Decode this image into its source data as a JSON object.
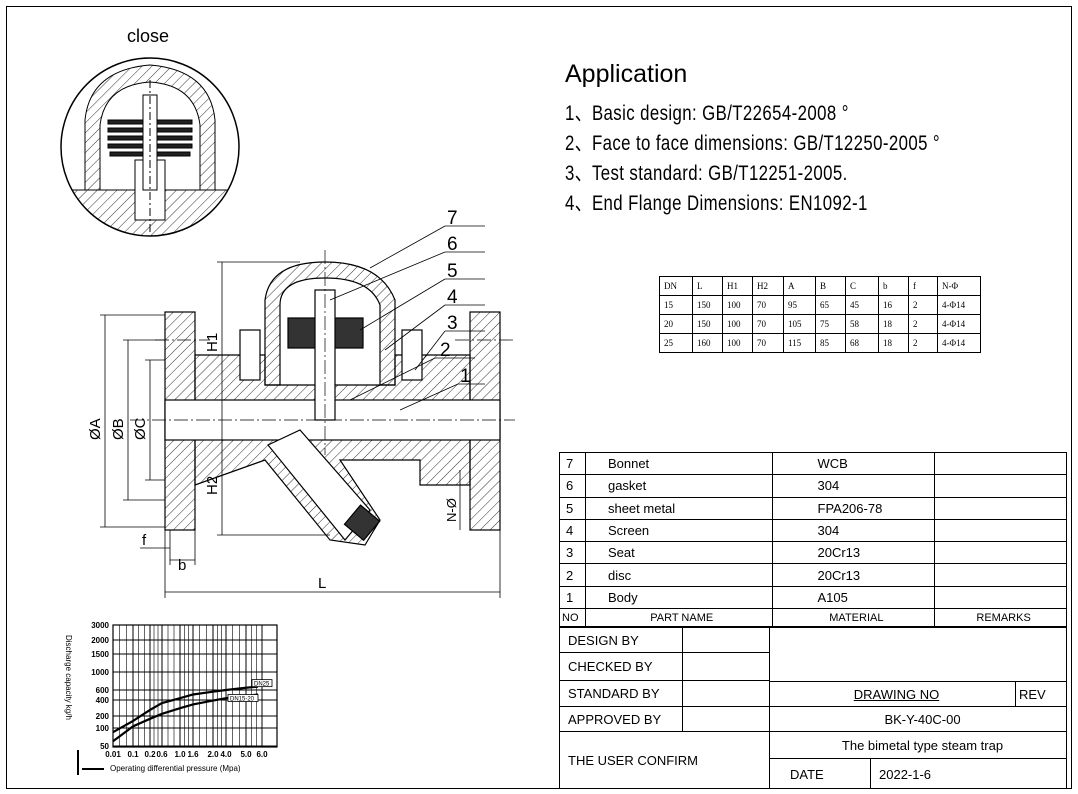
{
  "detail_label": "close",
  "application": {
    "title": "Application",
    "lines": [
      "1、Basic design: GB/T22654-2008 °",
      "2、Face to face dimensions: GB/T12250-2005 °",
      "3、Test standard: GB/T12251-2005.",
      "4、End Flange Dimensions:  EN1092-1"
    ]
  },
  "dimension_table": {
    "headers": [
      "DN",
      "L",
      "H1",
      "H2",
      "A",
      "B",
      "C",
      "b",
      "f",
      "N-Φ"
    ],
    "rows": [
      [
        "15",
        "150",
        "100",
        "70",
        "95",
        "65",
        "45",
        "16",
        "2",
        "4-Φ14"
      ],
      [
        "20",
        "150",
        "100",
        "70",
        "105",
        "75",
        "58",
        "18",
        "2",
        "4-Φ14"
      ],
      [
        "25",
        "160",
        "100",
        "70",
        "115",
        "85",
        "68",
        "18",
        "2",
        "4-Φ14"
      ]
    ]
  },
  "callouts": [
    "7",
    "6",
    "5",
    "4",
    "3",
    "2",
    "1"
  ],
  "dims": {
    "A": "ØA",
    "B": "ØB",
    "C": "ØC",
    "H1": "H1",
    "H2": "H2",
    "L": "L",
    "b": "b",
    "f": "f",
    "N": "N-Ø"
  },
  "parts": {
    "rows": [
      [
        "7",
        "Bonnet",
        "WCB",
        ""
      ],
      [
        "6",
        "gasket",
        "304",
        ""
      ],
      [
        "5",
        "sheet metal",
        "FPA206-78",
        ""
      ],
      [
        "4",
        "Screen",
        "304",
        ""
      ],
      [
        "3",
        "Seat",
        "20Cr13",
        ""
      ],
      [
        "2",
        "disc",
        "20Cr13",
        ""
      ],
      [
        "1",
        "Body",
        "A105",
        ""
      ]
    ],
    "headers": [
      "NO",
      "PART  NAME",
      "MATERIAL",
      "REMARKS"
    ]
  },
  "title_block": {
    "design": "DESIGN     BY",
    "checked": "CHECKED     BY",
    "standard": "STANDARD BY",
    "approved": "APPROVED BY",
    "confirm": "THE USER CONFIRM",
    "drawing_no_label": "DRAWING NO",
    "rev_label": "REV",
    "drawing_no": "BK-Y-40C-00",
    "product": "The bimetal type steam trap",
    "date_label": "DATE",
    "date": "2022-1-6"
  },
  "chart_data": {
    "type": "line",
    "title": "",
    "xlabel": "Operating differential pressure (Mpa)",
    "ylabel": "Discharge capacity  kg/h",
    "x_ticks": [
      "0.01",
      "0.1",
      "0.2",
      "0.6",
      "1.0",
      "1.6",
      "2.0",
      "4.0",
      "5.0",
      "6.0"
    ],
    "y_ticks": [
      50,
      100,
      200,
      400,
      600,
      1000,
      1500,
      2000,
      3000
    ],
    "series": [
      {
        "name": "DN25",
        "values": [
          85,
          150,
          260,
          350,
          430,
          500,
          560,
          600,
          640,
          660
        ]
      },
      {
        "name": "DN15-20",
        "values": [
          60,
          110,
          170,
          220,
          280,
          330,
          390,
          430,
          470,
          500
        ]
      }
    ],
    "grid": true,
    "legend": "inline-right"
  }
}
